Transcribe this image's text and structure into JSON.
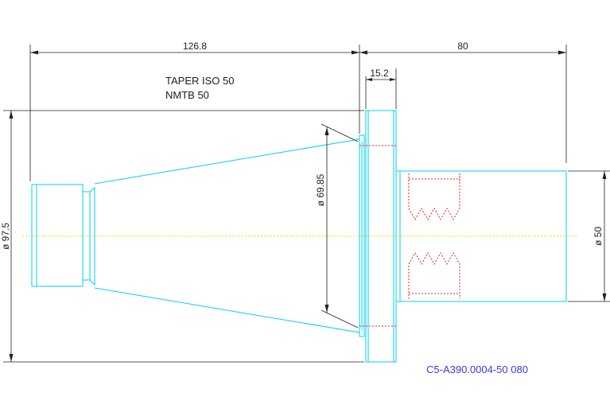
{
  "drawing": {
    "dimensions": {
      "taper_length": "126.8",
      "body_length": "80",
      "flange_width": "15.2",
      "overall_diameter": "ø 97.5",
      "taper_diameter": "ø 69.85",
      "shank_diameter": "ø 50"
    },
    "notes": {
      "taper_line1": "TAPER ISO 50",
      "taper_line2": "NMTB 50"
    },
    "part_code": "C5-A390.0004-50 080",
    "colors": {
      "outline": "#00d2ee",
      "hidden": "#ee2020",
      "centerline": "#e8e000",
      "dimension": "#202020",
      "part_code": "#3a3ae0"
    }
  }
}
